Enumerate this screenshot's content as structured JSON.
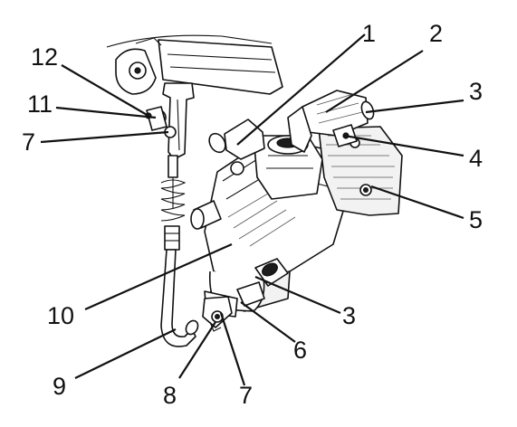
{
  "callouts": [
    {
      "id": "1",
      "text": "1"
    },
    {
      "id": "2",
      "text": "2"
    },
    {
      "id": "3a",
      "text": "3"
    },
    {
      "id": "4",
      "text": "4"
    },
    {
      "id": "5",
      "text": "5"
    },
    {
      "id": "12",
      "text": "12"
    },
    {
      "id": "11",
      "text": "11"
    },
    {
      "id": "7a",
      "text": "7"
    },
    {
      "id": "10",
      "text": "10"
    },
    {
      "id": "3b",
      "text": "3"
    },
    {
      "id": "6",
      "text": "6"
    },
    {
      "id": "9",
      "text": "9"
    },
    {
      "id": "8",
      "text": "8"
    },
    {
      "id": "7b",
      "text": "7"
    }
  ]
}
